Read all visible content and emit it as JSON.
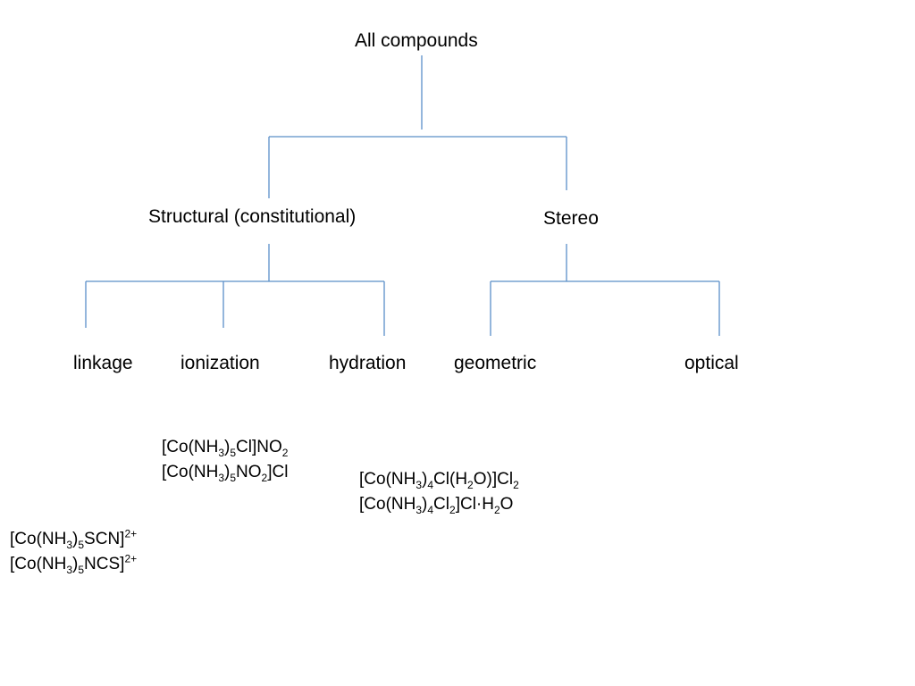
{
  "colors": {
    "line": "#5b8fc8",
    "text": "#000000",
    "background": "#ffffff"
  },
  "nodes": {
    "root": "All compounds",
    "structural": "Structural (constitutional)",
    "stereo": "Stereo",
    "linkage": "linkage",
    "ionization": "ionization",
    "hydration": "hydration",
    "geometric": "geometric",
    "optical": "optical"
  },
  "examples": {
    "ionization": [
      [
        [
          "t",
          "[Co(NH"
        ],
        [
          "sub",
          "3"
        ],
        [
          "t",
          ")"
        ],
        [
          "sub",
          "5"
        ],
        [
          "t",
          "Cl]NO"
        ],
        [
          "sub",
          "2"
        ]
      ],
      [
        [
          "t",
          "[Co(NH"
        ],
        [
          "sub",
          "3"
        ],
        [
          "t",
          ")"
        ],
        [
          "sub",
          "5"
        ],
        [
          "t",
          "NO"
        ],
        [
          "sub",
          "2"
        ],
        [
          "t",
          "]Cl"
        ]
      ]
    ],
    "hydration": [
      [
        [
          "t",
          "[Co(NH"
        ],
        [
          "sub",
          "3"
        ],
        [
          "t",
          ")"
        ],
        [
          "sub",
          "4"
        ],
        [
          "t",
          "Cl(H"
        ],
        [
          "sub",
          "2"
        ],
        [
          "t",
          "O)]Cl"
        ],
        [
          "sub",
          "2"
        ]
      ],
      [
        [
          "t",
          "[Co(NH"
        ],
        [
          "sub",
          "3"
        ],
        [
          "t",
          ")"
        ],
        [
          "sub",
          "4"
        ],
        [
          "t",
          "Cl"
        ],
        [
          "sub",
          "2"
        ],
        [
          "t",
          "]Cl·H"
        ],
        [
          "sub",
          "2"
        ],
        [
          "t",
          "O"
        ]
      ]
    ],
    "linkage": [
      [
        [
          "t",
          "[Co(NH"
        ],
        [
          "sub",
          "3"
        ],
        [
          "t",
          ")"
        ],
        [
          "sub",
          "5"
        ],
        [
          "t",
          "SCN]"
        ],
        [
          "sup",
          "2+"
        ]
      ],
      [
        [
          "t",
          "[Co(NH"
        ],
        [
          "sub",
          "3"
        ],
        [
          "t",
          ")"
        ],
        [
          "sub",
          "5"
        ],
        [
          "t",
          "NCS]"
        ],
        [
          "sup",
          "2+"
        ]
      ]
    ]
  }
}
